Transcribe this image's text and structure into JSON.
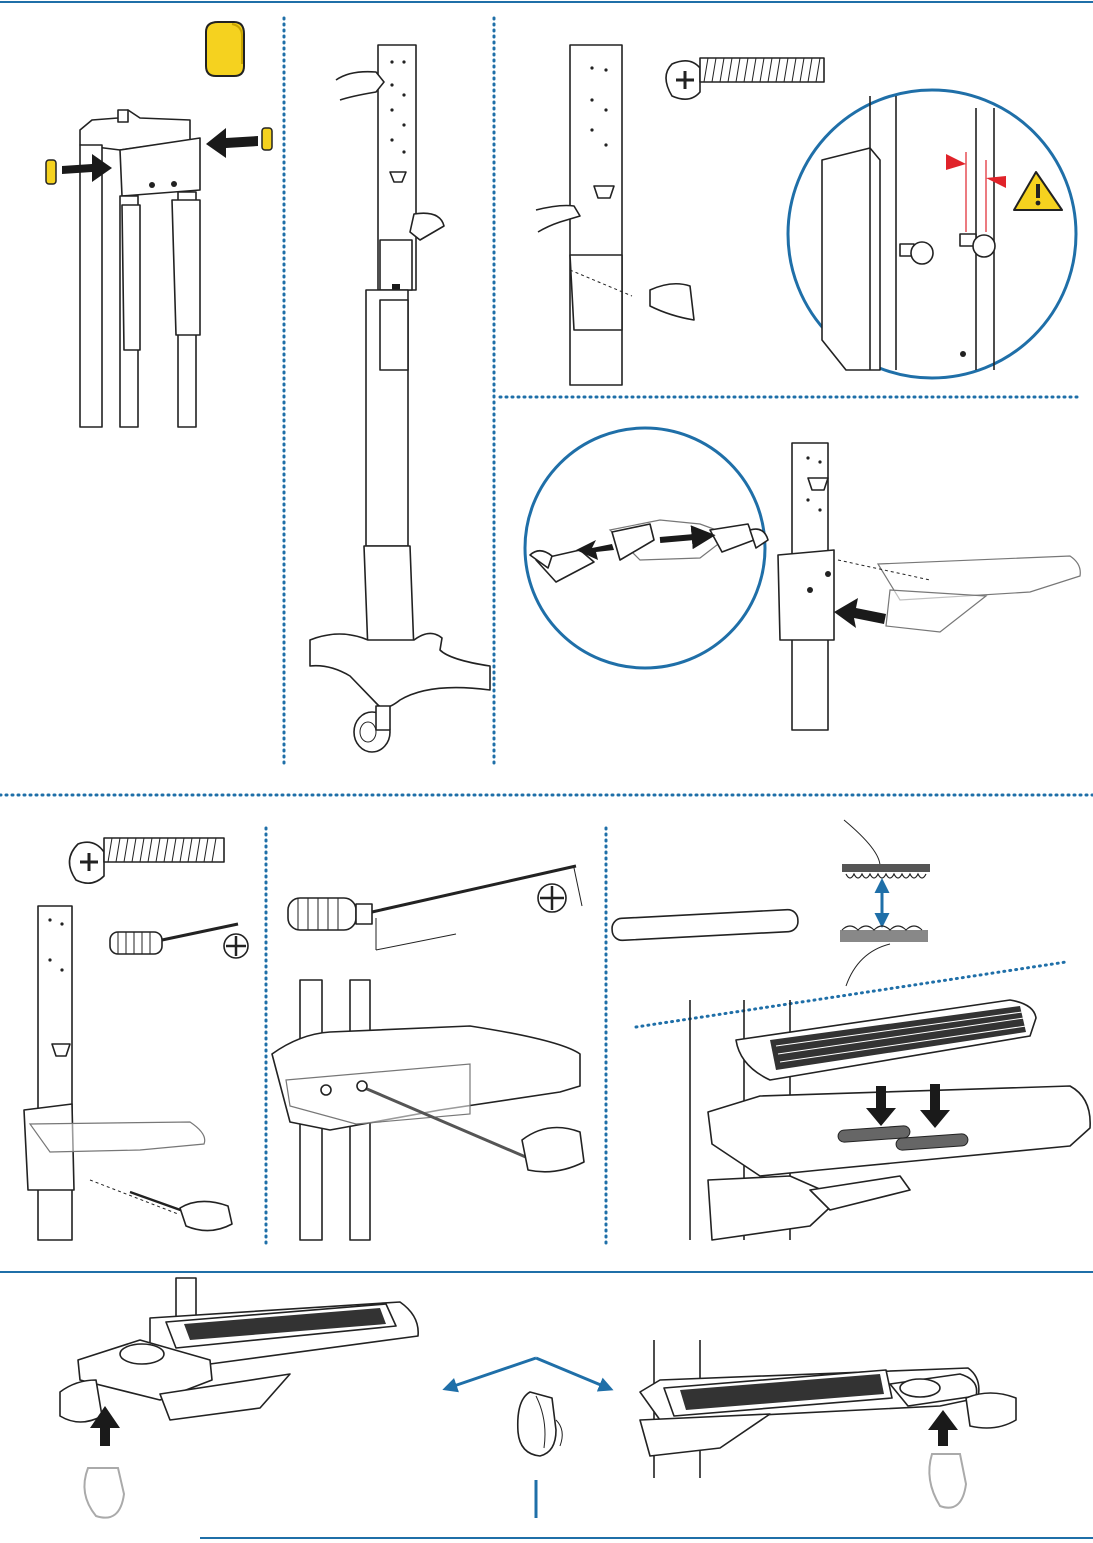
{
  "page": {
    "accent_color": "#1f6fa8",
    "caution_color": "#f5d21f",
    "warning_marker_color": "#e0232a",
    "panel_background": "#ffffff"
  },
  "panels": [
    {
      "id": "step-1",
      "illustration": "end-caps-inserted-into-column-bracket",
      "icons": [
        "yellow-end-cap-icon",
        "push-arrow-icon"
      ]
    },
    {
      "id": "step-2",
      "illustration": "upper-column-slid-onto-cart-base",
      "icons": [
        "hand-icon",
        "down-arrow-icon"
      ]
    },
    {
      "id": "step-3",
      "illustration": "screw-inserted-into-column",
      "icons": [
        "phillips-screw-icon",
        "warning-icon"
      ]
    },
    {
      "id": "step-4",
      "illustration": "work-surface-brackets-attached",
      "icons": [
        "magnified-detail-icon",
        "push-arrow-icon"
      ]
    },
    {
      "id": "step-5",
      "illustration": "screws-tightened-with-screwdriver",
      "icons": [
        "phillips-screw-icon",
        "screwdriver-icon",
        "phillips-bit-icon"
      ]
    },
    {
      "id": "step-6",
      "illustration": "long-screwdriver-through-work-surface",
      "icons": [
        "long-screwdriver-icon",
        "phillips-bit-icon"
      ]
    },
    {
      "id": "step-7",
      "illustration": "hook-and-loop-strips-attach-keyboard",
      "icons": [
        "hook-loop-strip-icon",
        "double-arrow-icon",
        "keyboard-icon"
      ]
    },
    {
      "id": "step-8",
      "illustration": "mouse-holder-left-or-right-side",
      "icons": [
        "mouse-holder-icon",
        "split-arrow-icon",
        "keyboard-icon"
      ]
    }
  ]
}
